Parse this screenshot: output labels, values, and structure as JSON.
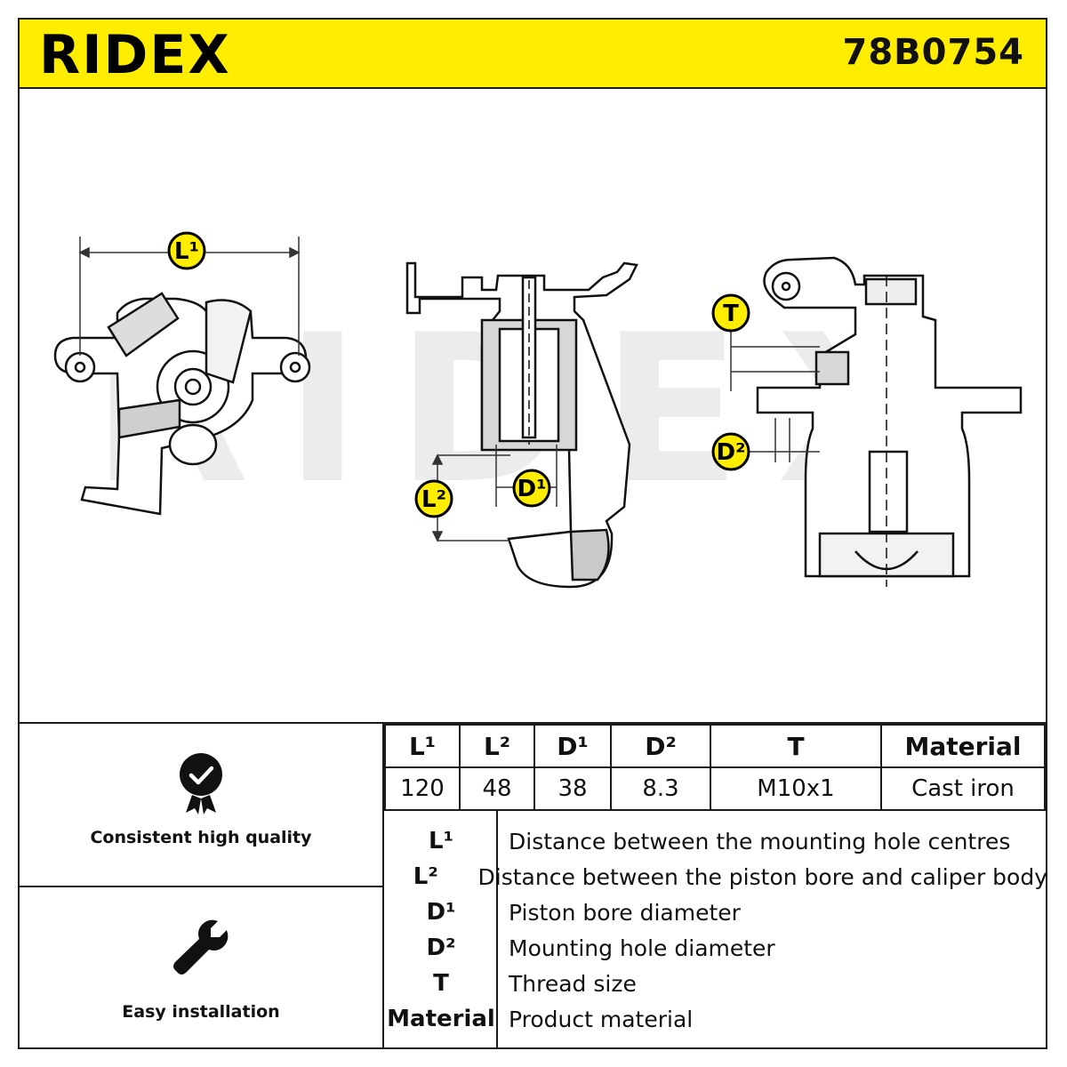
{
  "header": {
    "brand": "RIDEX",
    "part_number": "78B0754"
  },
  "drawing": {
    "watermark": "RIDEX",
    "labels": {
      "l1": "L¹",
      "l2": "L²",
      "d1": "D¹",
      "d2": "D²",
      "t": "T"
    }
  },
  "features": [
    {
      "icon": "quality-badge-icon",
      "label": "Consistent high quality"
    },
    {
      "icon": "wrench-icon",
      "label": "Easy installation"
    }
  ],
  "spec_table": {
    "headers": [
      "L¹",
      "L²",
      "D¹",
      "D²",
      "T",
      "Material"
    ],
    "values": [
      "120",
      "48",
      "38",
      "8.3",
      "M10x1",
      "Cast iron"
    ]
  },
  "legend": [
    {
      "symbol": "L¹",
      "description": "Distance between the mounting hole centres"
    },
    {
      "symbol": "L²",
      "description": "Distance between the piston bore and caliper body"
    },
    {
      "symbol": "D¹",
      "description": "Piston bore diameter"
    },
    {
      "symbol": "D²",
      "description": "Mounting hole diameter"
    },
    {
      "symbol": "T",
      "description": "Thread size"
    },
    {
      "symbol": "Material",
      "description": "Product material"
    }
  ],
  "colors": {
    "accent": "#ffed00",
    "line": "#1a1a1a"
  }
}
